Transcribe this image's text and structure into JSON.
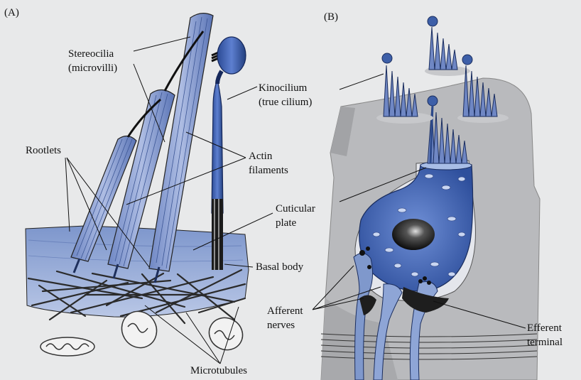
{
  "panels": {
    "a": "(A)",
    "b": "(B)"
  },
  "labels_a": {
    "stereocilia_1": "Stereocilia",
    "stereocilia_2": "(microvilli)",
    "kinocilium_1": "Kinocilium",
    "kinocilium_2": "(true cilium)",
    "rootlets": "Rootlets",
    "actin_1": "Actin",
    "actin_2": "filaments",
    "cuticular_1": "Cuticular",
    "cuticular_2": "plate",
    "basal_body": "Basal body",
    "microtubules": "Microtubules"
  },
  "labels_b": {
    "afferent_1": "Afferent",
    "afferent_2": "nerves",
    "efferent_1": "Efferent",
    "efferent_2": "terminal"
  },
  "colors": {
    "background": "#e8e9ea",
    "cell_blue": "#3d5fa8",
    "cell_light": "#8fa6d6",
    "tissue_gray": "#b9babd",
    "nucleus": "#1c1c1c"
  }
}
